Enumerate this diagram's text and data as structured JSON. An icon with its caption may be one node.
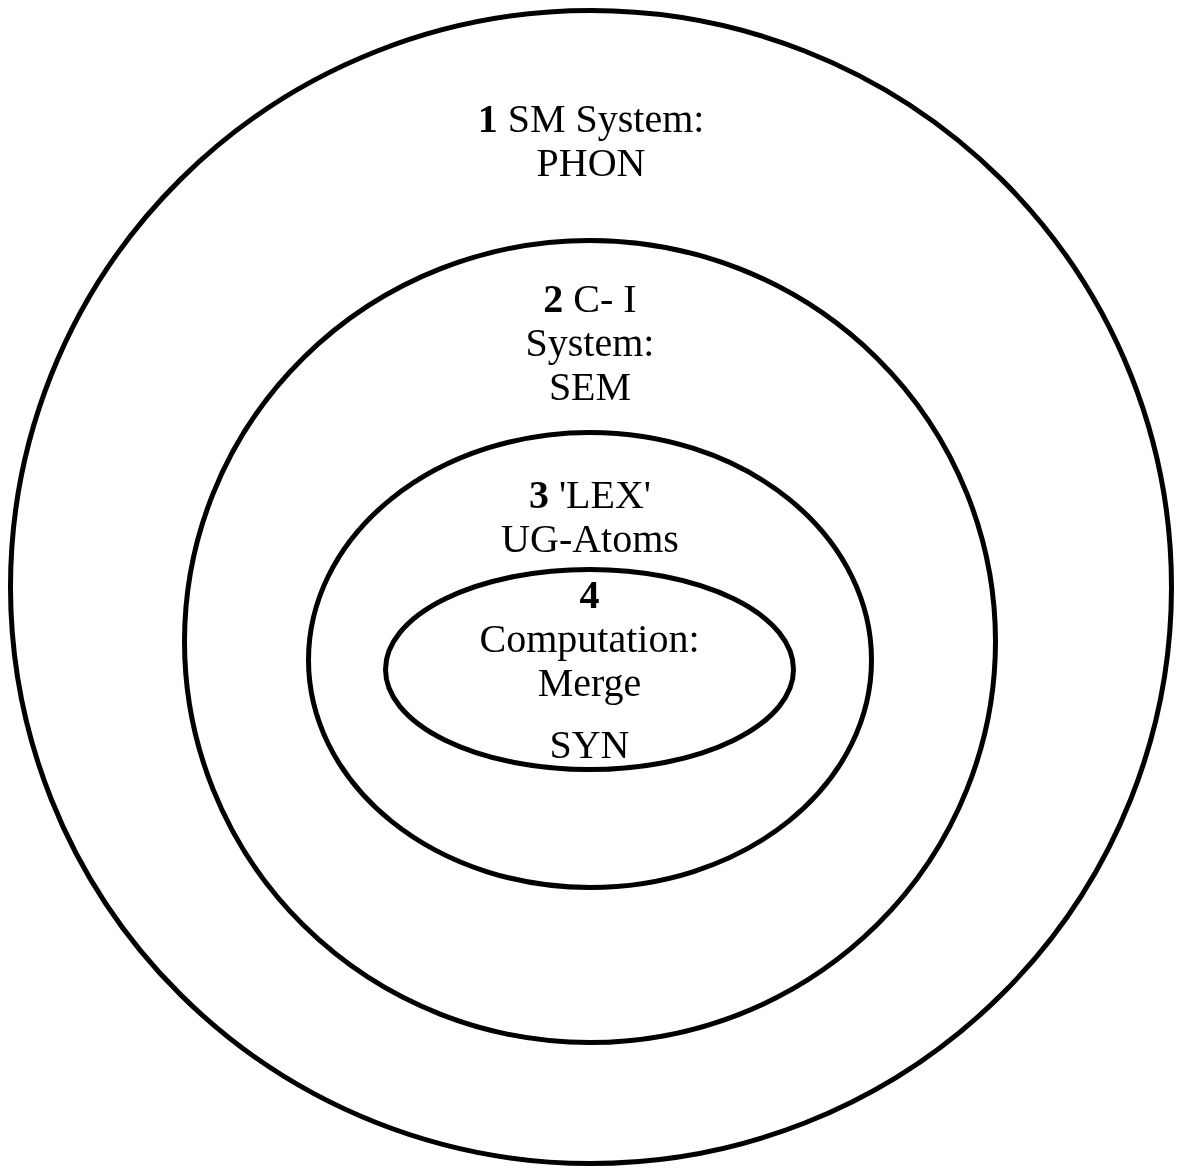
{
  "diagram": {
    "nodes": [
      {
        "text": [
          "**1** SM System: PHON"
        ]
      },
      {
        "text": [
          "**2** C- I System: SEM"
        ],
        "in": 0
      },
      {
        "text": [
          "**3** 'LEX' UG-Atoms"
        ],
        "in": 1
      },
      {
        "text": [
          "4",
          "Computation: Merge",
          "SYN"
        ],
        "in": 2
      }
    ]
  }
}
